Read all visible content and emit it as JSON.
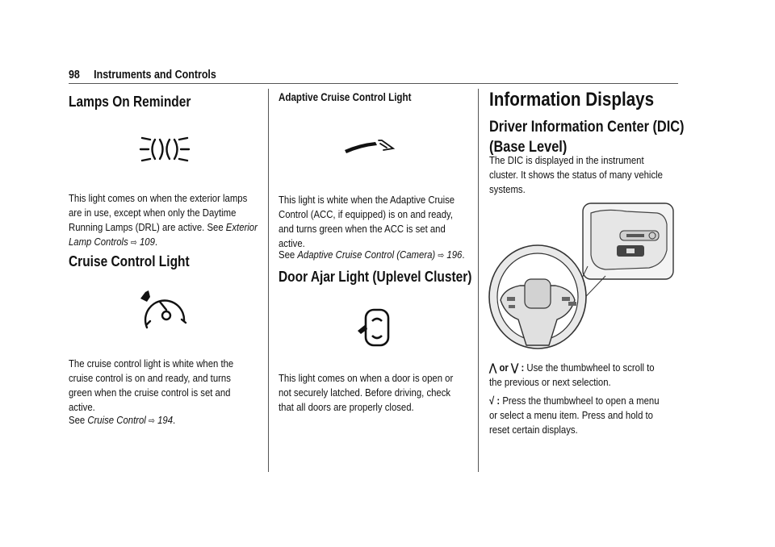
{
  "header": {
    "page_number": "98",
    "section_title": "Instruments and Controls"
  },
  "col1": {
    "lamps_heading": "Lamps On Reminder",
    "lamps_text": {
      "l1": "This light comes on when the exterior lamps",
      "l2": "are in use, except when only the Daytime",
      "l3": "Running Lamps (DRL) are active. See",
      "l3_link": "Exterior",
      "l4_link": "Lamp Controls",
      "l4_page": "109",
      "l4_end": "."
    },
    "cruise_heading": "Cruise Control Light",
    "cruise_text": {
      "l1": "The cruise control light is white when the",
      "l2": "cruise control is on and ready, and turns",
      "l3": "green when the cruise control is set and",
      "l4": "active."
    },
    "cruise_see": {
      "see": "See",
      "link": "Cruise Control",
      "page": "194",
      "end": "."
    }
  },
  "col2": {
    "acc_heading": "Adaptive Cruise Control Light",
    "acc_text": {
      "l1": "This light is white when the Adaptive Cruise",
      "l2": "Control (ACC, if equipped) is on and ready,",
      "l3": "and turns green when the ACC is set and",
      "l4": "active."
    },
    "acc_see": {
      "see": "See",
      "link": "Adaptive Cruise Control (Camera)",
      "page": "196",
      "end": "."
    },
    "door_heading": "Door Ajar Light (Uplevel Cluster)",
    "door_text": {
      "l1": "This light comes on when a door is open or",
      "l2": "not securely latched. Before driving, check",
      "l3": "that all doors are properly closed."
    }
  },
  "col3": {
    "info_heading": "Information Displays",
    "dic_heading_l1": "Driver Information Center (DIC)",
    "dic_heading_l2": "(Base Level)",
    "dic_text": {
      "l1": "The DIC is displayed in the instrument",
      "l2": "cluster. It shows the status of many vehicle",
      "l3": "systems."
    },
    "scroll_text": {
      "up_symbol": "⋀",
      "or": "or",
      "down_symbol": "⋁",
      "colon": ":",
      "l1": "Use the thumbwheel to scroll to",
      "l2": "the previous or next selection."
    },
    "select_text": {
      "symbol": "√",
      "colon": ":",
      "l1": "Press the thumbwheel to open a menu",
      "l2": "or select a menu item. Press and hold to",
      "l3": "reset certain displays."
    }
  },
  "icons": {
    "lamps": "lamps-on-reminder-icon",
    "cruise": "cruise-control-icon",
    "acc": "adaptive-cruise-icon",
    "door": "door-ajar-icon",
    "wheel": "steering-wheel-illustration",
    "page_ref": "page-reference-arrow-icon"
  }
}
